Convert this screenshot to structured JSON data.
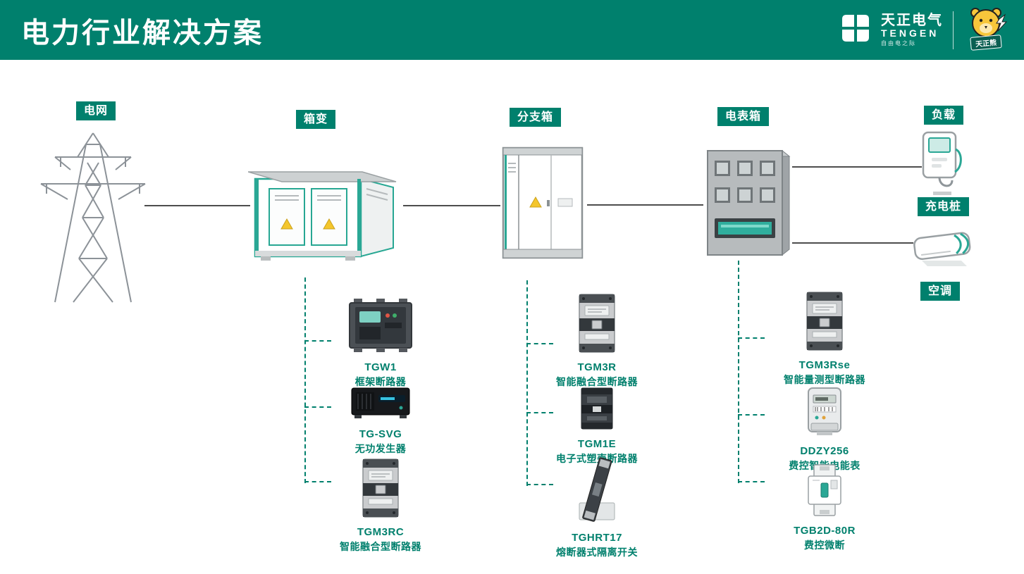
{
  "colors": {
    "primary_green": "#00806D",
    "illustration_teal": "#27A793",
    "connector_gray": "#4D4D4D",
    "warning_yellow": "#F4C62C",
    "mascot_yellow": "#F7C63B"
  },
  "header": {
    "title": "电力行业解决方案",
    "brand_cn": "天正电气",
    "brand_en": "TENGEN",
    "tagline": "自由电之际",
    "mascot": "天正熊"
  },
  "nodes": {
    "grid": "电网",
    "substation": "箱变",
    "branch": "分支箱",
    "meter": "电表箱",
    "load": "负载",
    "charger": "充电桩",
    "ac": "空调"
  },
  "products": {
    "substation": [
      {
        "model": "TGW1",
        "desc": "框架断路器"
      },
      {
        "model": "TG-SVG",
        "desc": "无功发生器"
      },
      {
        "model": "TGM3RC",
        "desc": "智能融合型断路器"
      }
    ],
    "branch": [
      {
        "model": "TGM3R",
        "desc": "智能融合型断路器"
      },
      {
        "model": "TGM1E",
        "desc": "电子式塑壳断路器"
      },
      {
        "model": "TGHRT17",
        "desc": "熔断器式隔离开关"
      }
    ],
    "meter": [
      {
        "model": "TGM3Rse",
        "desc": "智能量测型断路器"
      },
      {
        "model": "DDZY256",
        "desc": "费控智能电能表"
      },
      {
        "model": "TGB2D-80R",
        "desc": "费控微断"
      }
    ]
  }
}
